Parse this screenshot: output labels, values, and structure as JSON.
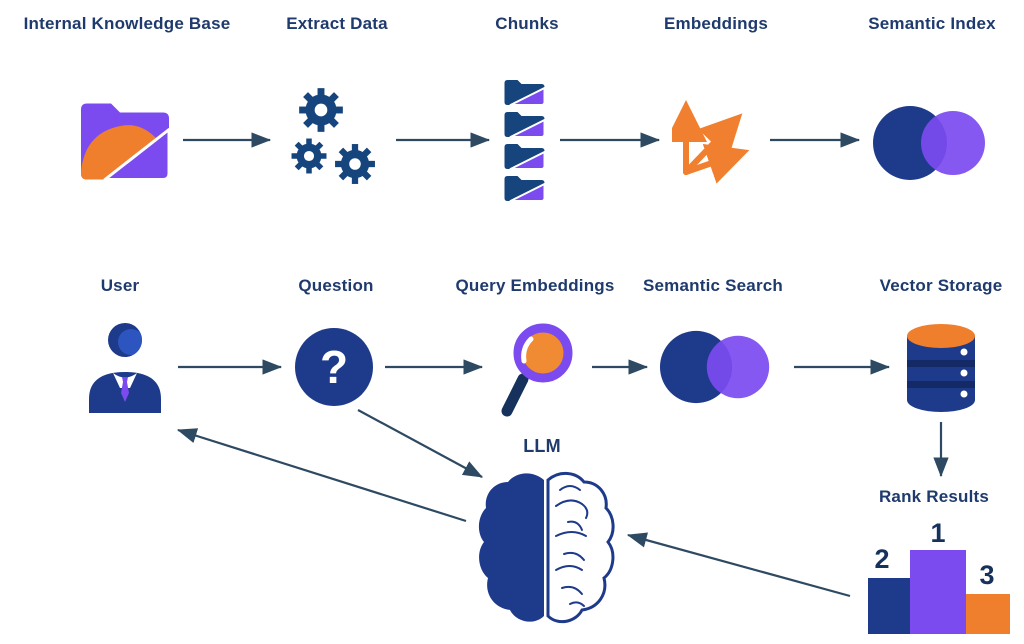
{
  "top_row": {
    "nodes": [
      {
        "label": "Internal Knowledge Base"
      },
      {
        "label": "Extract Data"
      },
      {
        "label": "Chunks"
      },
      {
        "label": "Embeddings"
      },
      {
        "label": "Semantic Index"
      }
    ]
  },
  "bottom_row": {
    "nodes": [
      {
        "label": "User"
      },
      {
        "label": "Question",
        "glyph": "?"
      },
      {
        "label": "Query Embeddings"
      },
      {
        "label": "Semantic Search"
      },
      {
        "label": "Vector Storage"
      }
    ]
  },
  "llm": {
    "label": "LLM"
  },
  "rank_results": {
    "label": "Rank Results",
    "bars": [
      {
        "rank": "2",
        "color": "#1e3a8a"
      },
      {
        "rank": "1",
        "color": "#7b4bf0"
      },
      {
        "rank": "3",
        "color": "#ef7f2d"
      }
    ]
  },
  "colors": {
    "navy": "#1e3a8a",
    "steel_blue": "#15457c",
    "purple": "#7b4bf0",
    "orange": "#ef7f2d",
    "arrow": "#2e4a62",
    "label_text": "#1f3a6d"
  }
}
